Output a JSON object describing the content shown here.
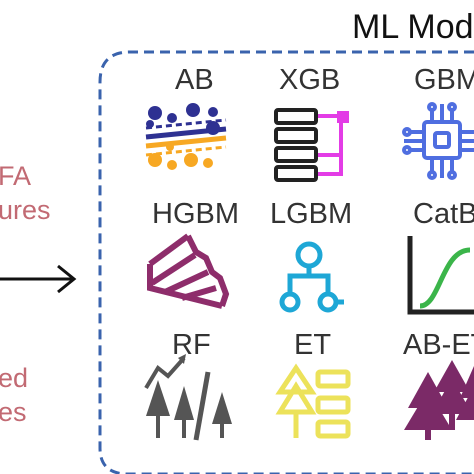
{
  "title": "ML Mode",
  "left_labels": {
    "top_line1": "FA",
    "top_line2": "ures",
    "bottom_line1": "ed",
    "bottom_line2": "es"
  },
  "models": [
    {
      "label": "AB",
      "icon": "adaboost-stacked-dots-icon"
    },
    {
      "label": "XGB",
      "icon": "xgb-bar-tree-icon"
    },
    {
      "label": "GBM",
      "icon": "gbm-chip-icon"
    },
    {
      "label": "HGBM",
      "icon": "hgbm-stepped-triangle-icon"
    },
    {
      "label": "LGBM",
      "icon": "lgbm-branching-nodes-icon"
    },
    {
      "label": "CatB",
      "icon": "catboost-sigmoid-curve-icon"
    },
    {
      "label": "RF",
      "icon": "rf-trees-with-trend-icon"
    },
    {
      "label": "ET",
      "icon": "et-tree-with-bars-icon"
    },
    {
      "label": "AB-ET",
      "icon": "ab-et-three-trees-icon"
    }
  ],
  "colors": {
    "box_border": "#3a63ad",
    "side_text": "#c26a73",
    "ab_navy": "#2e3192",
    "ab_orange": "#f7a823",
    "xgb_magenta": "#e33ce6",
    "gbm_blue": "#4f6ee0",
    "hgbm_plum": "#8e2d6b",
    "lgbm_cyan": "#1ea7d6",
    "catb_green": "#3bb54a",
    "et_yellow": "#ece25a",
    "abet_plum": "#7b2a67"
  }
}
